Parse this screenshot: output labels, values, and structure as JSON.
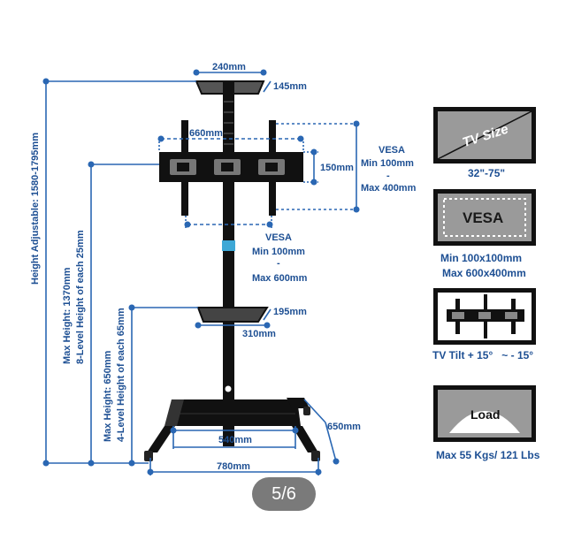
{
  "colors": {
    "dimension": "#2a67b3",
    "text": "#1d4f93",
    "metal": "#111111",
    "accent": "#3ea8d6"
  },
  "dimensions": {
    "top_width": "240mm",
    "top_depth": "145mm",
    "bracket_width": "660mm",
    "bracket_height": "150mm",
    "vesa_right_title": "VESA",
    "vesa_right_min": "Min 100mm",
    "vesa_right_dash": "-",
    "vesa_right_max": "Max 400mm",
    "vesa_bottom_title": "VESA",
    "vesa_bottom_min": "Min 100mm",
    "vesa_bottom_dash": "-",
    "vesa_bottom_max": "Max 600mm",
    "shelf_depth": "195mm",
    "shelf_width": "310mm",
    "base_inner_width": "540mm",
    "base_depth": "650mm",
    "base_width": "780mm"
  },
  "vertical_labels": {
    "height_adjustable": "Height Adjustable: 1580-1795mm",
    "max_height_line1": "Max Height: 1370mm",
    "max_height_line2": "8-Level Height of each 25mm",
    "shelf_height_line1": "Max Height: 650mm",
    "shelf_height_line2": "4-Level Height of each 65mm"
  },
  "features": [
    {
      "icon": "tv-size-icon",
      "icon_text": "TV Size",
      "caption1": "32\"-75\"",
      "caption2": ""
    },
    {
      "icon": "vesa-icon",
      "icon_text": "VESA",
      "caption1": "Min 100x100mm",
      "caption2": "Max 600x400mm"
    },
    {
      "icon": "tv-tilt-icon",
      "icon_text": "",
      "caption1": "TV Tilt + 15°   ~ - 15°",
      "caption2": ""
    },
    {
      "icon": "load-icon",
      "icon_text": "Load",
      "caption1": "Max 55 Kgs/ 121 Lbs",
      "caption2": ""
    }
  ],
  "pager": {
    "label": "5/6"
  }
}
